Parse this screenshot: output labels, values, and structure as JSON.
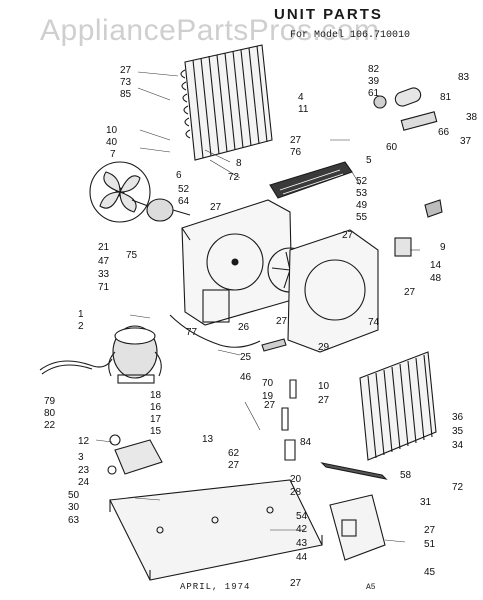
{
  "header": {
    "title": "UNIT PARTS",
    "model": "For Model 106.710010"
  },
  "watermark": "AppliancePartsPros.com",
  "footer": {
    "date": "APRIL, 1974",
    "code": "A5"
  },
  "callouts": {
    "c27a": "27",
    "c73": "73",
    "c85": "85",
    "c10": "10",
    "c40": "40",
    "c7": "7",
    "c6": "6",
    "c8": "8",
    "c72a": "72",
    "c52a": "52",
    "c64": "64",
    "c21": "21",
    "c47": "47",
    "c75": "75",
    "c33": "33",
    "c71": "71",
    "c1": "1",
    "c2": "2",
    "c77": "77",
    "c79": "79",
    "c80": "80",
    "c22": "22",
    "c18": "18",
    "c16": "16",
    "c17": "17",
    "c15": "15",
    "c12": "12",
    "c3": "3",
    "c23": "23",
    "c24": "24",
    "c13": "13",
    "c62": "62",
    "c27b": "27",
    "c50": "50",
    "c30": "30",
    "c63": "63",
    "c27c": "27",
    "c4": "4",
    "c11": "11",
    "c27d": "27",
    "c76": "76",
    "c82": "82",
    "c39": "39",
    "c61": "61",
    "c83": "83",
    "c81": "81",
    "c38": "38",
    "c66": "66",
    "c37": "37",
    "c60": "60",
    "c5": "5",
    "c52b": "52",
    "c53": "53",
    "c49": "49",
    "c55": "55",
    "c27e": "27",
    "c14": "14",
    "c9": "9",
    "c48": "48",
    "c27f": "27",
    "c74": "74",
    "c26": "26",
    "c25": "25",
    "c46": "46",
    "c27g": "27",
    "c29": "29",
    "c10b": "10",
    "c70": "70",
    "c19": "19",
    "c84": "84",
    "c27h": "27",
    "c58": "58",
    "c20": "20",
    "c28": "28",
    "c36": "36",
    "c35": "35",
    "c34": "34",
    "c72b": "72",
    "c31": "31",
    "c54": "54",
    "c42": "42",
    "c43": "43",
    "c44": "44",
    "c27i": "27",
    "c51": "51",
    "c45": "45",
    "c27j": "27",
    "c27k": "27"
  }
}
